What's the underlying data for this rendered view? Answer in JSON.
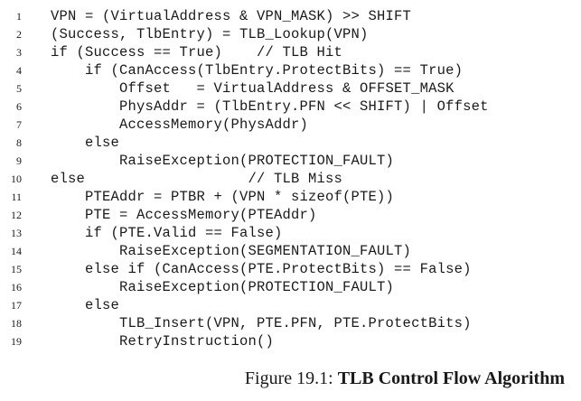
{
  "listing": {
    "lines": [
      {
        "num": "1",
        "code": "VPN = (VirtualAddress & VPN_MASK) >> SHIFT"
      },
      {
        "num": "2",
        "code": "(Success, TlbEntry) = TLB_Lookup(VPN)"
      },
      {
        "num": "3",
        "code": "if (Success == True)    // TLB Hit"
      },
      {
        "num": "4",
        "code": "    if (CanAccess(TlbEntry.ProtectBits) == True)"
      },
      {
        "num": "5",
        "code": "        Offset   = VirtualAddress & OFFSET_MASK"
      },
      {
        "num": "6",
        "code": "        PhysAddr = (TlbEntry.PFN << SHIFT) | Offset"
      },
      {
        "num": "7",
        "code": "        AccessMemory(PhysAddr)"
      },
      {
        "num": "8",
        "code": "    else"
      },
      {
        "num": "9",
        "code": "        RaiseException(PROTECTION_FAULT)"
      },
      {
        "num": "10",
        "code": "else                   // TLB Miss"
      },
      {
        "num": "11",
        "code": "    PTEAddr = PTBR + (VPN * sizeof(PTE))"
      },
      {
        "num": "12",
        "code": "    PTE = AccessMemory(PTEAddr)"
      },
      {
        "num": "13",
        "code": "    if (PTE.Valid == False)"
      },
      {
        "num": "14",
        "code": "        RaiseException(SEGMENTATION_FAULT)"
      },
      {
        "num": "15",
        "code": "    else if (CanAccess(PTE.ProtectBits) == False)"
      },
      {
        "num": "16",
        "code": "        RaiseException(PROTECTION_FAULT)"
      },
      {
        "num": "17",
        "code": "    else"
      },
      {
        "num": "18",
        "code": "        TLB_Insert(VPN, PTE.PFN, PTE.ProtectBits)"
      },
      {
        "num": "19",
        "code": "        RetryInstruction()"
      }
    ]
  },
  "caption": {
    "label": "Figure 19.1: ",
    "title": "TLB Control Flow Algorithm"
  }
}
